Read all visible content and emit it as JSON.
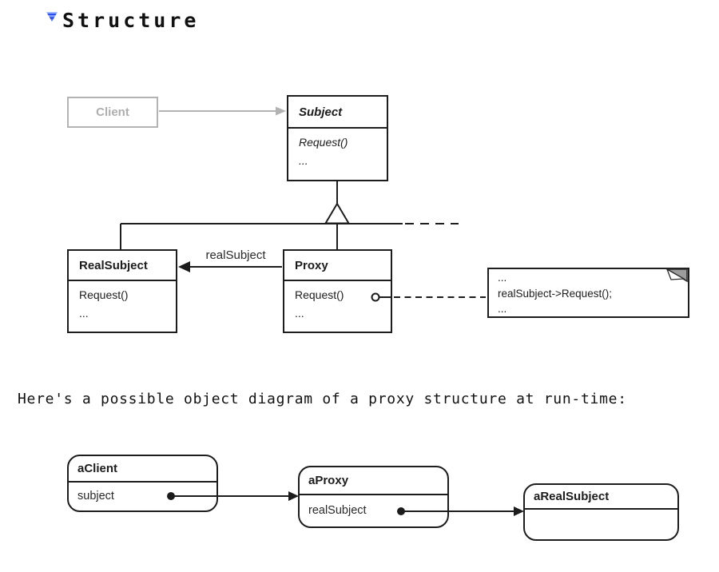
{
  "header": {
    "title": "Structure"
  },
  "class_diagram": {
    "client": {
      "name": "Client"
    },
    "subject": {
      "name": "Subject",
      "methods": [
        "Request()",
        "..."
      ]
    },
    "real_subject": {
      "name": "RealSubject",
      "methods": [
        "Request()",
        "..."
      ]
    },
    "proxy": {
      "name": "Proxy",
      "methods": [
        "Request()",
        "..."
      ]
    },
    "association_label": "realSubject",
    "note": {
      "lines": [
        "...",
        "realSubject->Request();",
        "..."
      ]
    }
  },
  "caption": "Here's a possible object diagram of a proxy structure at run-time:",
  "object_diagram": {
    "a_client": {
      "name": "aClient",
      "field": "subject"
    },
    "a_proxy": {
      "name": "aProxy",
      "field": "realSubject"
    },
    "a_real_subject": {
      "name": "aRealSubject",
      "field": ""
    }
  },
  "colors": {
    "diagram_line": "#1c1c1c",
    "muted_gray": "#b3b3b3",
    "note_fold_gray": "#9c9c9c",
    "section_icon_blue": "#2b50f0"
  }
}
